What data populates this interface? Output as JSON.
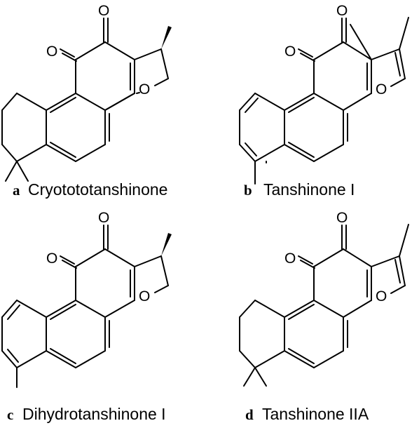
{
  "compounds": [
    {
      "letter": "a",
      "name": "Cryotototanshinone"
    },
    {
      "letter": "b",
      "name": "Tanshinone I"
    },
    {
      "letter": "c",
      "name": "Dihydrotanshinone I"
    },
    {
      "letter": "d",
      "name": "Tanshinone IIA"
    }
  ],
  "atom_labels": {
    "oxygen": "O"
  }
}
